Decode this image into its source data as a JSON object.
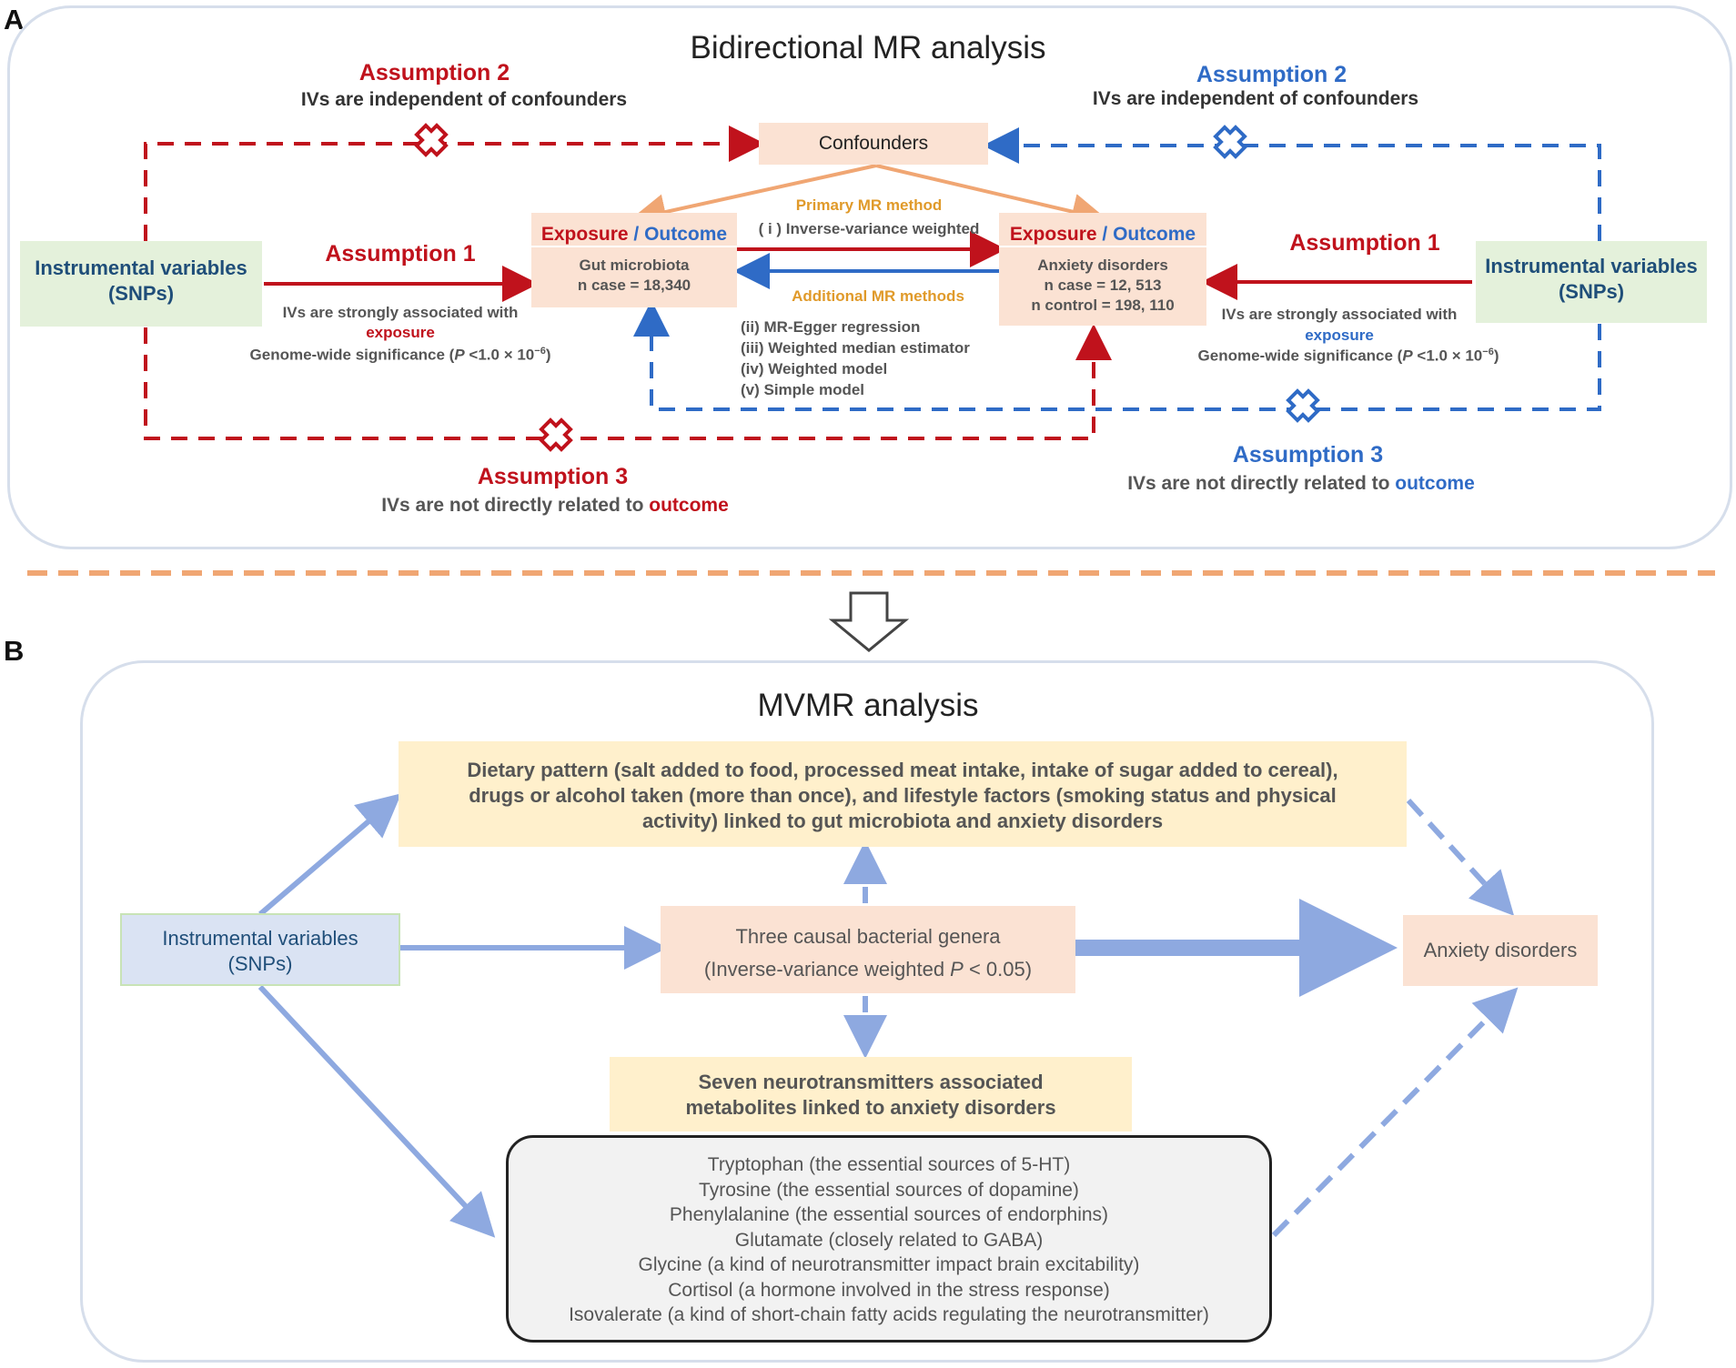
{
  "panel_a": {
    "letter": "A",
    "title": "Bidirectional MR analysis",
    "red_assumption2": {
      "title": "Assumption 2",
      "text": "IVs are independent of confounders"
    },
    "blue_assumption2": {
      "title": "Assumption 2",
      "text": "IVs are independent of confounders"
    },
    "confounders": "Confounders",
    "left_iv": {
      "line1": "Instrumental variables",
      "line2": "(SNPs)"
    },
    "right_iv": {
      "line1": "Instrumental variables",
      "line2": "(SNPs)"
    },
    "red_assumption1": {
      "title": "Assumption 1",
      "text1": "IVs are strongly associated with",
      "text2": "exposure",
      "sig_prefix": "Genome-wide significance (",
      "sig_p": "P",
      "sig_mid": " <1.0 × 10",
      "sig_exp": "−6",
      "sig_suffix": ")"
    },
    "blue_assumption1": {
      "title": "Assumption 1",
      "text1": "IVs are strongly associated with",
      "text2": "exposure",
      "sig_prefix": "Genome-wide significance (",
      "sig_p": "P",
      "sig_mid": " <1.0 × 10",
      "sig_exp": "−6",
      "sig_suffix": ")"
    },
    "left_box": {
      "exposure": "Exposure",
      "slash": " / ",
      "outcome": "Outcome",
      "line1": "Gut microbiota",
      "line2": "n case = 18,340"
    },
    "right_box": {
      "exposure": "Exposure",
      "slash": " / ",
      "outcome": "Outcome",
      "line1": "Anxiety disorders",
      "line2": "n case = 12, 513",
      "line3": "n control = 198, 110"
    },
    "primary_method": {
      "title": "Primary MR method",
      "item": "( i ) Inverse-variance weighted"
    },
    "additional_methods": {
      "title": "Additional MR methods",
      "items": [
        "(ii) MR-Egger regression",
        "(iii) Weighted median estimator",
        "(iv) Weighted model",
        "(v) Simple model"
      ]
    },
    "red_assumption3": {
      "title": "Assumption 3",
      "text": "IVs are not directly related to ",
      "highlight": "outcome"
    },
    "blue_assumption3": {
      "title": "Assumption 3",
      "text": "IVs are not directly related to ",
      "highlight": "outcome"
    }
  },
  "panel_b": {
    "letter": "B",
    "title": "MVMR analysis",
    "dietary": [
      "Dietary pattern (salt added to food, processed meat intake, intake of sugar added to cereal),",
      "drugs or alcohol taken (more than once), and lifestyle factors (smoking status and physical",
      "activity) linked to gut microbiota and anxiety disorders"
    ],
    "iv": {
      "line1": "Instrumental variables",
      "line2": "(SNPs)"
    },
    "genera": {
      "line1": "Three causal bacterial genera",
      "line2_prefix": "(Inverse-variance weighted  ",
      "line2_p": "P",
      "line2_suffix": " < 0.05)"
    },
    "anxiety": "Anxiety disorders",
    "neuro": [
      "Seven neurotransmitters associated",
      "metabolites linked to anxiety disorders"
    ],
    "metabolites": [
      "Tryptophan (the essential sources of 5-HT)",
      "Tyrosine (the essential sources of dopamine)",
      "Phenylalanine (the essential sources of endorphins)",
      "Glutamate (closely related to GABA)",
      "Glycine (a kind of neurotransmitter impact brain excitability)",
      "Cortisol (a hormone involved in the stress response)",
      "Isovalerate (a kind of short-chain fatty acids regulating the neurotransmitter)"
    ]
  },
  "colors": {
    "red": "#c0121c",
    "blue": "#2f6bc6",
    "lightblue_arrow": "#8ea9e0",
    "orange_dash": "#f0a673"
  }
}
